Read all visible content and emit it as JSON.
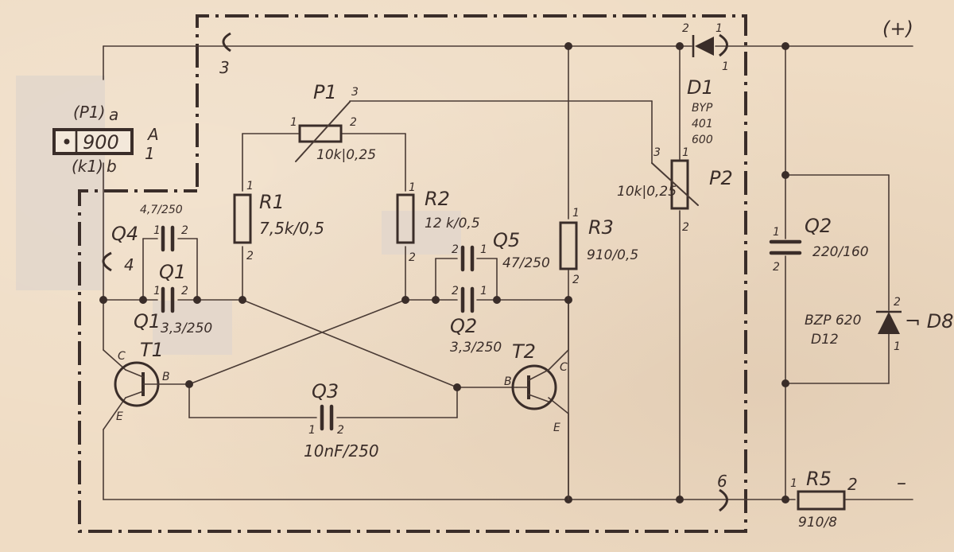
{
  "labels": {
    "plus": "(+)",
    "minus": "–",
    "connector_top": "3",
    "connector_left": "4",
    "connector_bottom": "6",
    "terminal_p1": "(P1)",
    "terminal_a": "a",
    "terminal_k1": "(k1)",
    "terminal_b": "b",
    "terminal_value": "900",
    "terminal_A": "A",
    "terminal_1": "1"
  },
  "components": {
    "P1": {
      "name": "P1",
      "value": "10k|0,25",
      "pin1": "1",
      "pin2": "2",
      "pin3": "3"
    },
    "P2": {
      "name": "P2",
      "value": "10k|0,25",
      "pin1": "1",
      "pin2": "2",
      "pin3": "3"
    },
    "R1": {
      "name": "R1",
      "value": "7,5k/0,5",
      "pin1": "1",
      "pin2": "2"
    },
    "R2": {
      "name": "R2",
      "value": "12 k/0,5",
      "pin1": "1",
      "pin2": "2"
    },
    "R3": {
      "name": "R3",
      "value": "910/0,5",
      "pin1": "1",
      "pin2": "2"
    },
    "R5": {
      "name": "R5",
      "value": "910/8",
      "pin1": "1",
      "pin2": "2"
    },
    "Q4": {
      "name": "Q4",
      "value": "4,7/250",
      "pin1": "1",
      "pin2": "2"
    },
    "Q1": {
      "name": "Q1",
      "name2": "Q1",
      "value": "3,3/250",
      "pin1": "1",
      "pin2": "2"
    },
    "Q5": {
      "name": "Q5",
      "value": "47/250",
      "pin1": "2",
      "pin2": "1"
    },
    "Q2": {
      "name": "Q2",
      "value": "3,3/250",
      "pin1": "2",
      "pin2": "1"
    },
    "Q3": {
      "name": "Q3",
      "value": "10nF/250",
      "pin1": "1",
      "pin2": "2"
    },
    "Q2_big": {
      "name": "Q2",
      "value": "220/160",
      "pin1": "1",
      "pin2": "2"
    },
    "D1": {
      "name": "D1",
      "line1": "BYP",
      "line2": "401",
      "line3": "600",
      "pin1": "1",
      "pin2": "2",
      "pin_extra": "1"
    },
    "D8": {
      "name": "¬ D8",
      "line1": "BZP 620",
      "line2": "D12",
      "pin1": "1",
      "pin2": "2"
    },
    "T1": {
      "name": "T1",
      "c": "C",
      "b": "B",
      "e": "E"
    },
    "T2": {
      "name": "T2",
      "c": "C",
      "b": "B",
      "e": "E"
    }
  }
}
